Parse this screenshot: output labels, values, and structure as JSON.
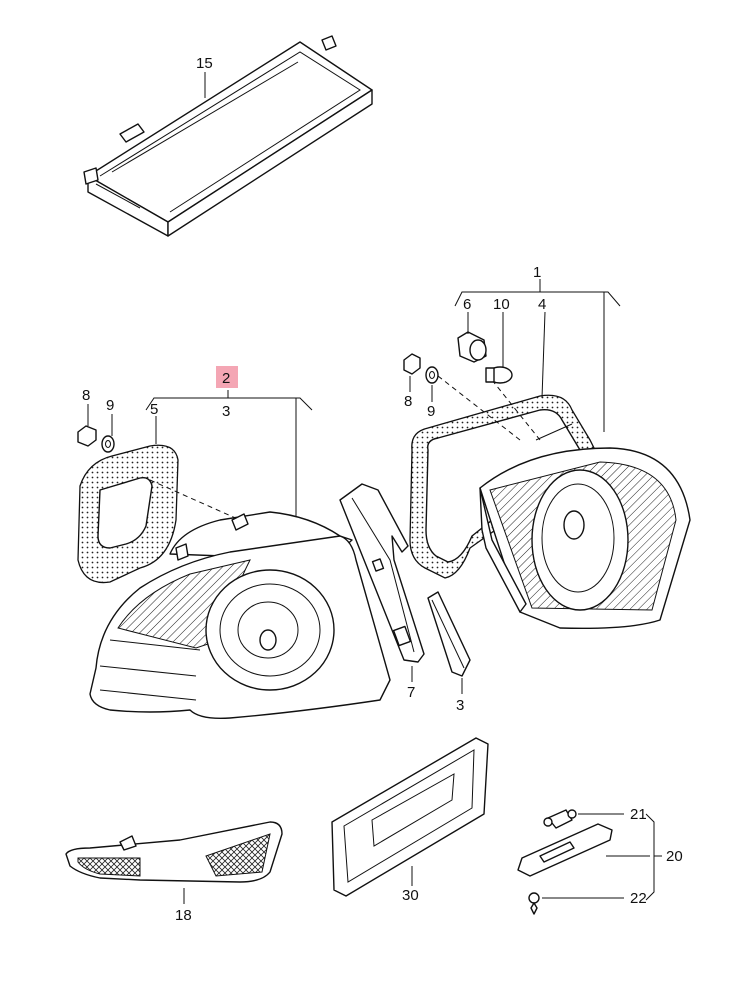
{
  "diagram": {
    "parts": [
      {
        "id": "high-brake-light",
        "label": "15"
      },
      {
        "id": "tail-light-assembly-right",
        "label": "1"
      },
      {
        "id": "tail-light-housing-inner",
        "label": "4"
      },
      {
        "id": "bulb-holder",
        "label": "6"
      },
      {
        "id": "bulb",
        "label": "10"
      },
      {
        "id": "nut-right",
        "label": "8"
      },
      {
        "id": "washer-right",
        "label": "9"
      },
      {
        "id": "tail-light-assembly-left",
        "label": "2",
        "highlight": "#f4a6b4"
      },
      {
        "id": "tail-light-housing-outer",
        "label": "3"
      },
      {
        "id": "gasket-left",
        "label": "5"
      },
      {
        "id": "nut-left",
        "label": "8"
      },
      {
        "id": "washer-left",
        "label": "9"
      },
      {
        "id": "bracket",
        "label": "7"
      },
      {
        "id": "reflector-strip",
        "label": "3"
      },
      {
        "id": "bumper-reflector",
        "label": "18"
      },
      {
        "id": "license-plate-bracket",
        "label": "30"
      },
      {
        "id": "license-lamp-bulb",
        "label": "21"
      },
      {
        "id": "license-plate-lamp",
        "label": "20"
      },
      {
        "id": "screw",
        "label": "22"
      }
    ]
  }
}
